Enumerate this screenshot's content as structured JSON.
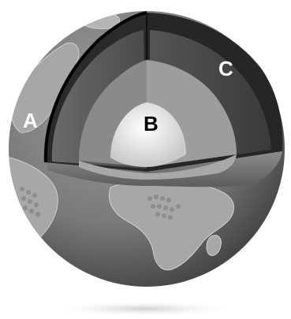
{
  "diagram": {
    "subject": "earth-cutaway",
    "labels": {
      "a": "A",
      "b": "B",
      "c": "C"
    },
    "colors": {
      "background": "#ffffff",
      "ocean": "#7d7d7d",
      "land": "#a9a9a9",
      "crust_dark": "#1f1f1f",
      "mantle": "#5a5a5a",
      "outer_core": "#9a9a9a",
      "inner_core": "#eeeeee",
      "label_text_light": "#ffffff",
      "label_text_dark": "#000000"
    }
  }
}
